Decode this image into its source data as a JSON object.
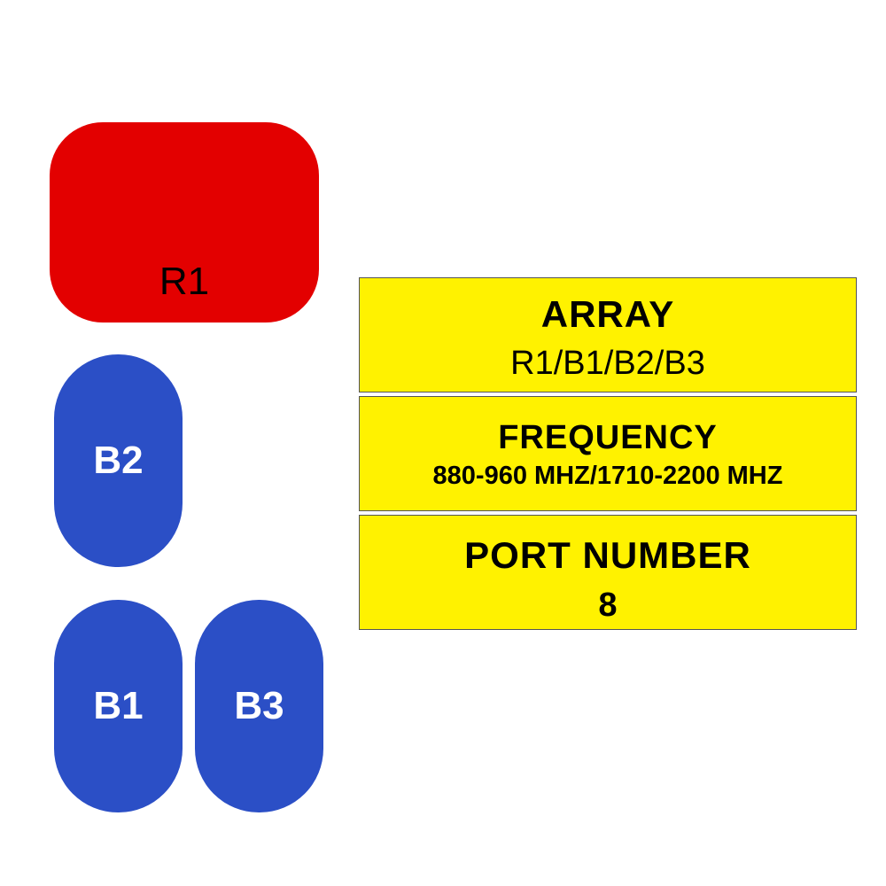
{
  "colors": {
    "red_block": "#e30000",
    "blue_block": "#2b4fc6",
    "panel_fill": "#fff200",
    "panel_border": "#555555",
    "red_label": "#000000",
    "blue_label": "#ffffff"
  },
  "blocks": {
    "r1": "R1",
    "b2": "B2",
    "b1": "B1",
    "b3": "B3"
  },
  "info": {
    "array": {
      "title": "ARRAY",
      "value": "R1/B1/B2/B3"
    },
    "frequency": {
      "title": "FREQUENCY",
      "value": "880-960 MHZ/1710-2200 MHZ"
    },
    "port": {
      "title": "PORT NUMBER",
      "value": "8"
    }
  }
}
